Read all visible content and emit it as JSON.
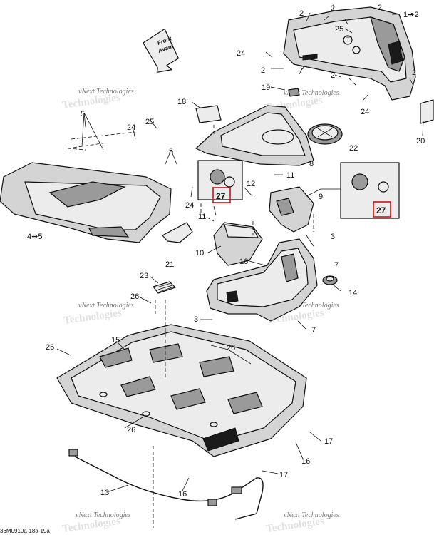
{
  "arrow_label": {
    "line1": "Front",
    "line2": "Avant"
  },
  "callouts": {
    "c1": "1➔2",
    "c2a": "2",
    "c2b": "2",
    "c2c": "2",
    "c2d": "2",
    "c2e": "2",
    "c2f": "2",
    "c2g": "2",
    "c25a": "25",
    "c24a": "24",
    "c24b": "24",
    "c20": "20",
    "c19": "19",
    "c18": "18",
    "c5a": "5",
    "c24c": "24",
    "c25b": "25",
    "c5b": "5",
    "c22": "22",
    "c8": "8",
    "c11a": "11",
    "c12": "12",
    "c9": "9",
    "c27a": "27",
    "c27b": "27",
    "c24d": "24",
    "c4": "4➔5",
    "c11b": "11",
    "c10": "10",
    "c21": "21",
    "c3a": "3",
    "c16a": "16",
    "c7a": "7",
    "c14": "14",
    "c23": "23",
    "c26a": "26",
    "c3b": "3",
    "c7b": "7",
    "c15": "15",
    "c26b": "26",
    "c26c": "26",
    "c26d": "26",
    "c17a": "17",
    "c16b": "16",
    "c17b": "17",
    "c13": "13",
    "c16c": "16"
  },
  "watermark": {
    "line1": "vNext Technologies",
    "line2": "Technologies"
  },
  "figure_id": "36M0910a-18a-19a",
  "highlight_color": "#cc1111"
}
